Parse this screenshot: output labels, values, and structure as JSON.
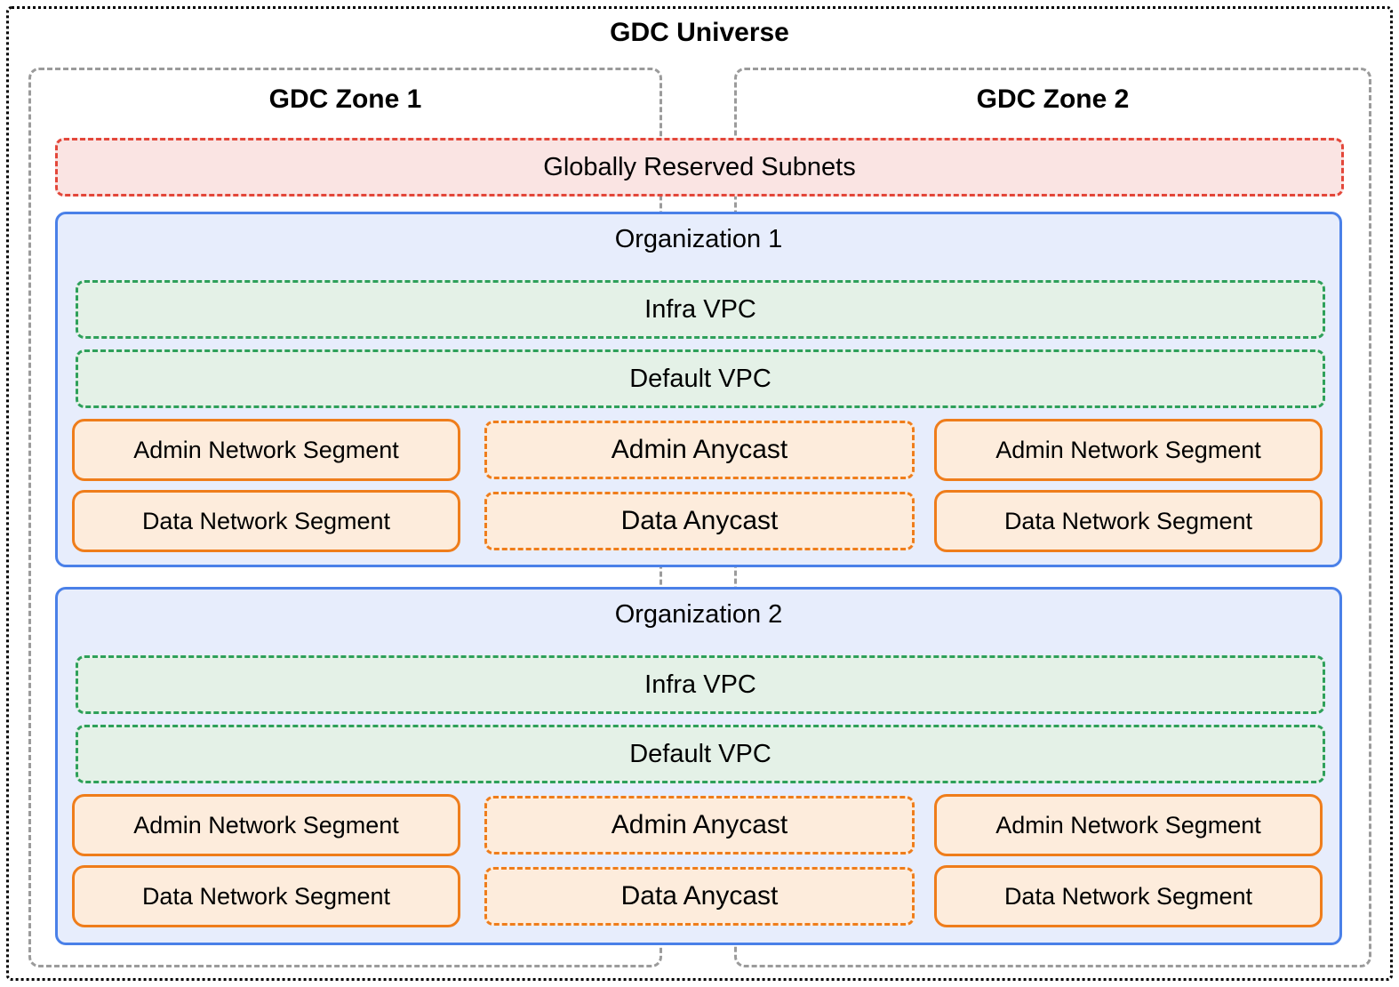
{
  "universe": {
    "title": "GDC Universe"
  },
  "zones": [
    {
      "label": "GDC Zone 1"
    },
    {
      "label": "GDC Zone 2"
    }
  ],
  "reserved_subnets": {
    "label": "Globally Reserved Subnets"
  },
  "organizations": [
    {
      "title": "Organization 1",
      "vpcs": [
        {
          "label": "Infra VPC"
        },
        {
          "label": "Default VPC"
        }
      ],
      "zone1_segments": [
        {
          "label": "Admin Network Segment"
        },
        {
          "label": "Data Network Segment"
        }
      ],
      "anycast": [
        {
          "label": "Admin Anycast"
        },
        {
          "label": "Data Anycast"
        }
      ],
      "zone2_segments": [
        {
          "label": "Admin Network Segment"
        },
        {
          "label": "Data Network Segment"
        }
      ]
    },
    {
      "title": "Organization 2",
      "vpcs": [
        {
          "label": "Infra VPC"
        },
        {
          "label": "Default VPC"
        }
      ],
      "zone1_segments": [
        {
          "label": "Admin Network Segment"
        },
        {
          "label": "Data Network Segment"
        }
      ],
      "anycast": [
        {
          "label": "Admin Anycast"
        },
        {
          "label": "Data Anycast"
        }
      ],
      "zone2_segments": [
        {
          "label": "Admin Network Segment"
        },
        {
          "label": "Data Network Segment"
        }
      ]
    }
  ],
  "colors": {
    "outer_border": "#000000",
    "zone_border": "#9b9b9b",
    "reserved_border": "#e3473a",
    "reserved_bg": "#fae4e3",
    "org_border": "#4a80e8",
    "org_bg": "#e7edfc",
    "vpc_border": "#2ea05a",
    "vpc_bg": "#e4f1e7",
    "orange_border": "#ef7d1b",
    "orange_bg": "#fdecdc",
    "text": "#000000"
  }
}
